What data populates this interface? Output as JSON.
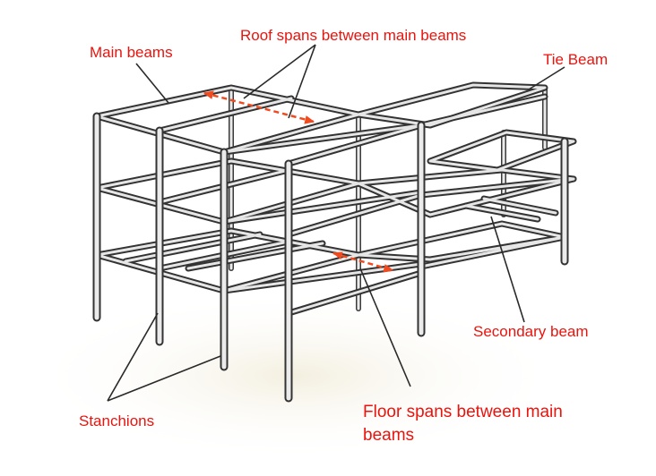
{
  "diagram": {
    "labels": {
      "main_beams": "Main beams",
      "roof_spans": "Roof spans between main beams",
      "tie_beam": "Tie Beam",
      "secondary_beam": "Secondary beam",
      "stanchions": "Stanchions",
      "floor_spans_line1": "Floor spans between main",
      "floor_spans_line2": "beams"
    },
    "colors": {
      "label_text": "#e8140e",
      "leader_line": "#2a2a2a",
      "span_arrow": "#f04a1e",
      "steel_outline": "#333333",
      "steel_face": "#e6e6e6"
    }
  }
}
